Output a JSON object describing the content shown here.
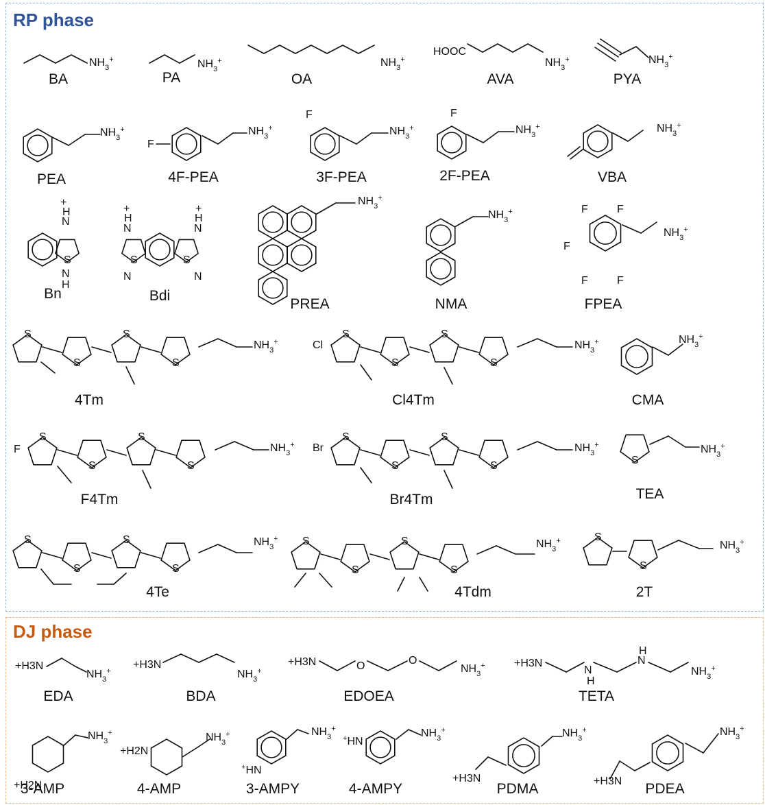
{
  "rp": {
    "title": "RP phase",
    "color": "#2f5597",
    "border_color": "#8fb0dc",
    "molecules": [
      "BA",
      "PA",
      "OA",
      "AVA",
      "PYA",
      "PEA",
      "4F-PEA",
      "3F-PEA",
      "2F-PEA",
      "VBA",
      "Bn",
      "Bdi",
      "PREA",
      "NMA",
      "FPEA",
      "4Tm",
      "Cl4Tm",
      "CMA",
      "F4Tm",
      "Br4Tm",
      "TEA",
      "4Te",
      "4Tdm",
      "2T"
    ]
  },
  "dj": {
    "title": "DJ phase",
    "color": "#c55a11",
    "border_color": "#f0b27a",
    "molecules": [
      "EDA",
      "BDA",
      "EDOEA",
      "TETA",
      "3-AMP",
      "4-AMP",
      "3-AMPY",
      "4-AMPY",
      "PDMA",
      "PDEA"
    ]
  },
  "glyphs": {
    "nh3p": "NH3+",
    "h3np": "+H3N",
    "h2np": "+H2N",
    "hnp": "+HN",
    "hooc": "HOOC",
    "f": "F",
    "cl": "Cl",
    "br": "Br",
    "s": "S",
    "o": "O",
    "n": "N",
    "h": "H",
    "plus": "+"
  }
}
